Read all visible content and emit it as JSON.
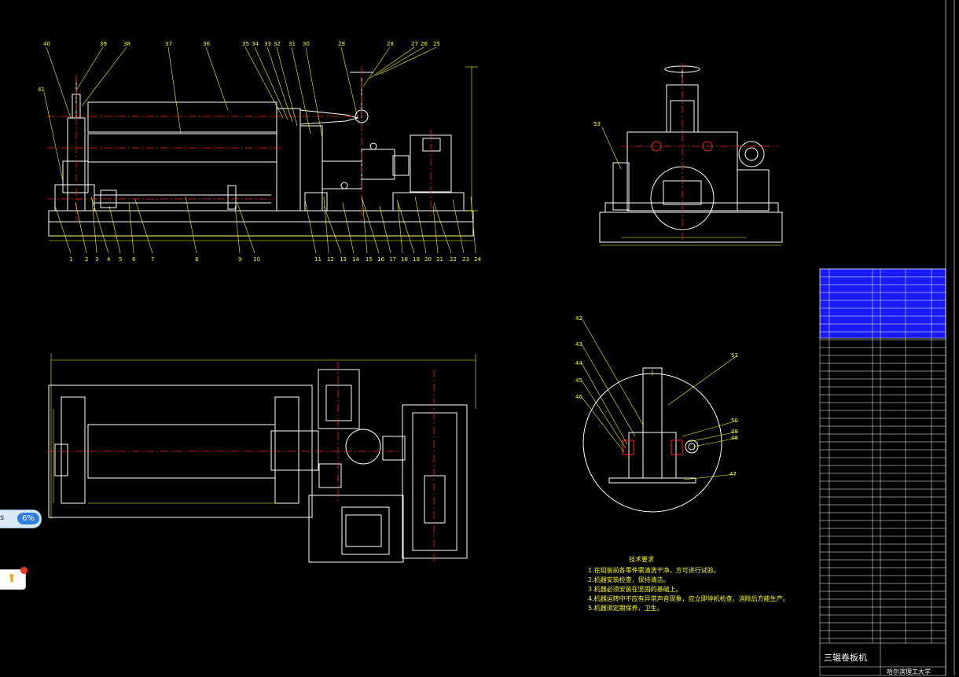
{
  "drawing": {
    "title_block_name": "三辊卷板机",
    "title_block_school": "哈尔滨理工大学",
    "tech_req_title": "技术要求",
    "tech_req": [
      "1.在组装前各零件需清洗干净，方可进行试验。",
      "2.机器安装检查，保持清洁。",
      "3.机器必须安装在坚固的基础上。",
      "4.机器运转中不应有异常声音现象，应立即停机检查，消除后方能生产。",
      "5.机器须定期保养，卫生。"
    ],
    "front_view_labels_top": [
      "40",
      "39",
      "38",
      "37",
      "36",
      "35",
      "34",
      "33",
      "32",
      "31",
      "30",
      "29",
      "28",
      "27",
      "26",
      "25"
    ],
    "front_view_labels_left": [
      "41"
    ],
    "front_view_labels_bottom": [
      "1",
      "2",
      "3",
      "4",
      "5",
      "6",
      "7",
      "8",
      "9",
      "10",
      "11",
      "12",
      "13",
      "14",
      "15",
      "16",
      "17",
      "18",
      "19",
      "20",
      "21",
      "22",
      "23",
      "24"
    ],
    "side_view_labels": [
      "53"
    ],
    "detail_labels": [
      "42",
      "43",
      "44",
      "45",
      "46",
      "47",
      "48",
      "49",
      "50",
      "51"
    ]
  },
  "overlay": {
    "zoom_percent": "6%",
    "zoom_prefix": "s"
  },
  "colors": {
    "outline": "#ffffff",
    "dim_yellow": "#ffff00",
    "center_red": "#ff2020",
    "table_blue": "#1a1aff",
    "background": "#000000"
  }
}
